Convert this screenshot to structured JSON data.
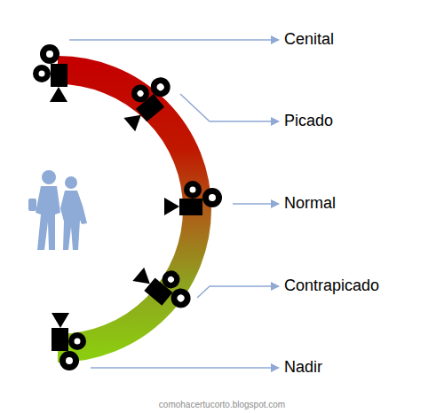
{
  "diagram": {
    "labels": [
      "Cenital",
      "Picado",
      "Normal",
      "Contrapicado",
      "Nadir",
      "comohacertucorto.blogspot.com"
    ]
  }
}
